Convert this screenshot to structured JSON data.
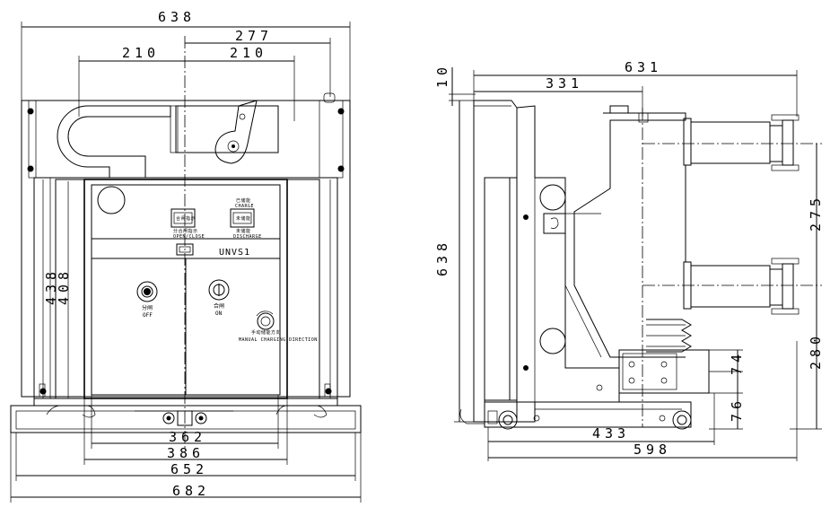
{
  "front_view": {
    "dimensions": {
      "overall_top": "638",
      "right_offset": "277",
      "left_span": "210",
      "right_span": "210",
      "height_outer": "438",
      "height_inner": "408",
      "bottom_362": "362",
      "bottom_386": "386",
      "bottom_652": "652",
      "bottom_682": "682"
    },
    "panel": {
      "model_label": "UNVS1",
      "left_indicator_text": "合闸指示",
      "left_indicator_caption_cn": "分合闸指示",
      "left_indicator_caption_en": "OPEN/CLOSE",
      "right_indicator_text": "未储能",
      "right_indicator_top_cn": "已储能",
      "right_indicator_top_en": "CHARGE",
      "right_indicator_caption_cn": "未储能",
      "right_indicator_caption_en": "DISCHARGE",
      "off_cn": "分闸",
      "off_en": "OFF",
      "on_cn": "合闸",
      "on_en": "ON",
      "charging_cn": "手动储能方向",
      "charging_en": "MANUAL CHARGING DIRECTION"
    }
  },
  "side_view": {
    "dimensions": {
      "top_offset": "10",
      "overall_top": "631",
      "top_331": "331",
      "left_height": "638",
      "right_275": "275",
      "right_280": "280",
      "right_74": "74",
      "right_76": "76",
      "bottom_433": "433",
      "bottom_598": "598"
    }
  }
}
